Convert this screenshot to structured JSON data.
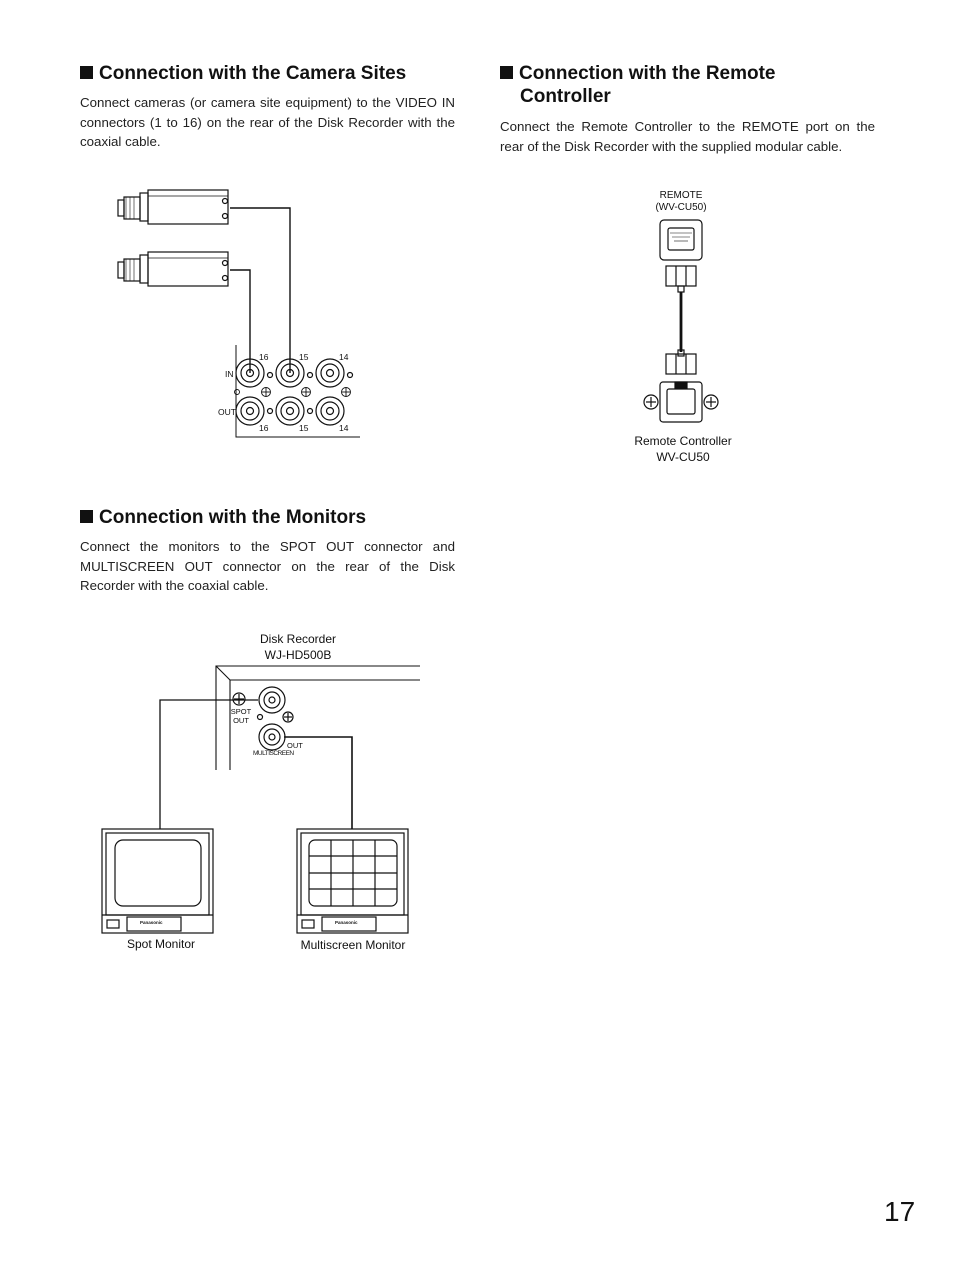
{
  "sections": {
    "camera": {
      "title": "Connection with the Camera Sites",
      "body": "Connect cameras (or camera site equipment) to the VIDEO IN connectors (1 to 16) on the rear of the Disk Recorder with the coaxial cable.",
      "connector_numbers_top": [
        "16",
        "15",
        "14"
      ],
      "connector_numbers_bottom": [
        "16",
        "15",
        "14"
      ],
      "in_label": "IN",
      "out_label": "OUT"
    },
    "remote": {
      "title_line1": "Connection with the Remote",
      "title_line2": "Controller",
      "body": "Connect the Remote Controller to the REMOTE port on the rear of the Disk Recorder with the supplied modular cable.",
      "port_label_1": "REMOTE",
      "port_label_2": "(WV-CU50)",
      "device_label_1": "Remote Controller",
      "device_label_2": "WV-CU50"
    },
    "monitors": {
      "title": "Connection with the Monitors",
      "body": "Connect the monitors to the SPOT OUT connector and MULTISCREEN OUT connector on the rear of the Disk Recorder with the coaxial cable.",
      "recorder_label_1": "Disk Recorder",
      "recorder_label_2": "WJ-HD500B",
      "spot_label_1": "SPOT",
      "spot_label_2": "OUT",
      "multi_out_label": "OUT",
      "multi_label": "MULTISCREEN",
      "spot_monitor": "Spot Monitor",
      "multi_monitor": "Multiscreen Monitor",
      "brand": "Panasonic"
    }
  },
  "page_number": "17"
}
